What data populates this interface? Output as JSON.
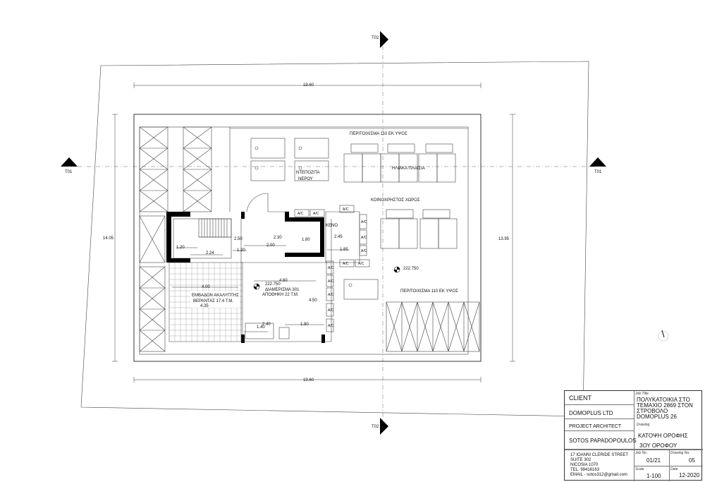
{
  "plan": {
    "markers": {
      "t02_top": "T02",
      "t02_bottom": "T02",
      "t01_left": "T01",
      "t01_right": "T01"
    },
    "dims": {
      "top_width": "19.60",
      "bottom_width": "19.60",
      "left_height": "14.05",
      "right_height": "13.95",
      "d_2_50": "2.50",
      "d_2_30": "2.30",
      "d_2_00": "2.00",
      "d_1_20_a": "1.20",
      "d_2_24": "2.24",
      "d_1_20_b": "1.20",
      "d_1_80": "1.80",
      "d_2_45": "2.45",
      "d_1_85": "1.85",
      "d_4_60": "4.60",
      "d_4_00": "4.00",
      "d_4_50": "4.50",
      "d_4_35": "4.35",
      "d_1_40": "1.40",
      "d_2_40": "2.40",
      "d_1_90": "1.90"
    },
    "labels": {
      "perimeter_top": "ΠΕΡΙΤΟΙΧΙΣΜΑ 110 ΕΚ ΥΨΟΣ",
      "perimeter_bottom": "ΠΕΡΙΤΟΙΧΙΣΜΑ 110 ΕΚ ΥΨΟΣ",
      "solar_panels": "ΗΛΙΑΚΑ ΠΛΑΙΣΙΑ",
      "water_tanks_1": "ΝΤΕΠΟΖΙΤΑ",
      "water_tanks_2": "ΝΕΡΟΥ",
      "common_area": "ΚΟΙΝΟΧΡΗΣΤΟΣ ΧΩΡΟΣ",
      "void": "ΚΕΝΟ",
      "level_1": "222.750",
      "level_2": "222.750",
      "apartment_1": "ΔΙΑΜΕΡΙΣΜΑ 301",
      "apartment_2": "ΑΠΟΘΗΚΗ  22 Τ.Μ.",
      "veranda_1": "ΕΜΒΑΔΟΝ ΑΚΑΛΥΠΤΗΣ",
      "veranda_2": "ΒΕΡΑΝΤΑΣ 17.4 Τ.Μ.",
      "ac": "A/C"
    }
  },
  "title_block": {
    "client_label": "CLIENT",
    "client_name": "DOMOPLUS LTD",
    "job_title_label": "Job Title",
    "job_title_1": "ΠΟΛΥΚΑΤΟΙΚΙΑ ΣΤΟ",
    "job_title_2": "ΤΕΜΑΧΙΟ 2869 ΣΤΟΝ",
    "job_title_3": "ΣΤΡΟΒΟΛΟ",
    "job_title_4": "DOMOPLUS 26",
    "architect_label": "PROJECT ARCHITECT",
    "architect_name": "SOTOS PAPADOPOULOS",
    "drawing_label": "Drawing",
    "drawing_1": "ΚΑΤΟΨΗ ΟΡΟΦΗΣ",
    "drawing_2": "3ΟΥ ΟΡΟΦΟΥ",
    "address_1": "17 IOANNI CLERIDE STREET",
    "address_2": "SUITE 302",
    "address_3": "NICOSIA 1070",
    "address_4": "TEL. 99416163",
    "address_5": "EMAIL - sotos312@gmail.com",
    "job_no_label": "Job No.",
    "job_no": "01/21",
    "drawing_no_label": "Drawing No.",
    "drawing_no": "05",
    "scale_label": "Scale",
    "scale": "1-100",
    "date_label": "Date",
    "date": "12-2020"
  }
}
